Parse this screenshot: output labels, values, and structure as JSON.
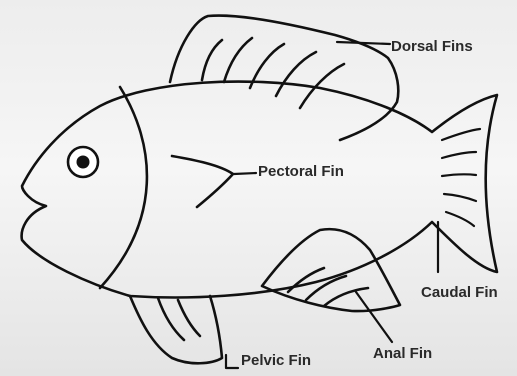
{
  "labels": {
    "dorsal": "Dorsal Fins",
    "pectoral": "Pectoral Fin",
    "caudal": "Caudal Fin",
    "anal": "Anal Fin",
    "pelvic": "Pelvic Fin"
  }
}
